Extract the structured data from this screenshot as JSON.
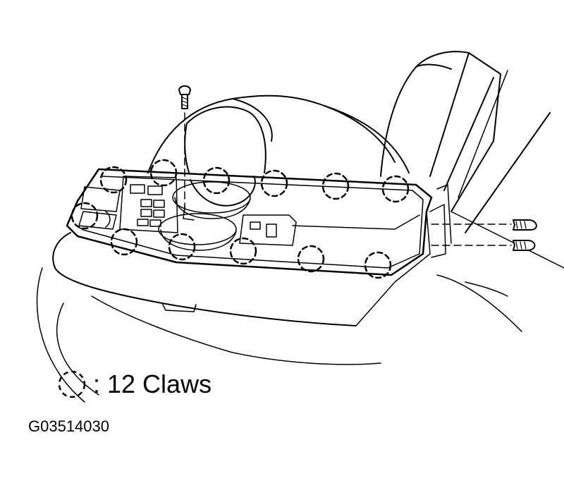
{
  "legend": {
    "icon": "dashed-circle-icon",
    "text": ": 12 Claws"
  },
  "figure_code": "G03514030",
  "claw_count": 12,
  "screw_count": 3,
  "colors": {
    "line": "#000000",
    "background": "#ffffff"
  }
}
